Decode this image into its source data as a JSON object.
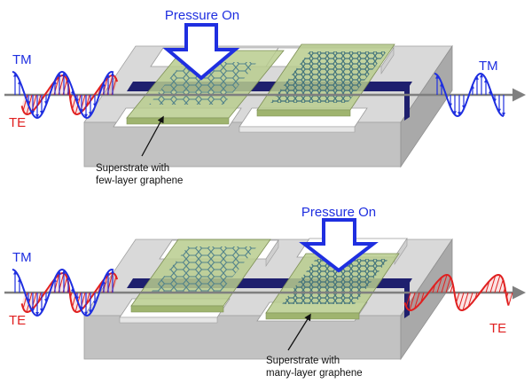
{
  "colors": {
    "tm": "#1f2fe0",
    "te": "#e02020",
    "pressure": "#1f2fe0",
    "waveguide": "#1e1f6e",
    "slab_top": "#d9d9d9",
    "slab_front": "#c2c2c2",
    "slab_right": "#a9a9a9",
    "superstrate": "#b9cc8e",
    "graphene": "#5f8f9a",
    "pad": "#ffffff",
    "axis": "#7f7f7f"
  },
  "icons": {
    "pressure": "down-arrow-icon",
    "propagation": "right-arrow-icon",
    "callout": "pointer-arrow-icon"
  },
  "panels": [
    {
      "pressure_label": "Pressure On",
      "pressed_superstrate": "left",
      "input_tm_label": "TM",
      "input_te_label": "TE",
      "output_mode": "TM",
      "output_label": "TM",
      "caption_line1": "Superstrate with",
      "caption_line2": "few-layer graphene"
    },
    {
      "pressure_label": "Pressure On",
      "pressed_superstrate": "right",
      "input_tm_label": "TM",
      "input_te_label": "TE",
      "output_mode": "TE",
      "output_label": "TE",
      "caption_line1": "Superstrate with",
      "caption_line2": "many-layer graphene"
    }
  ]
}
